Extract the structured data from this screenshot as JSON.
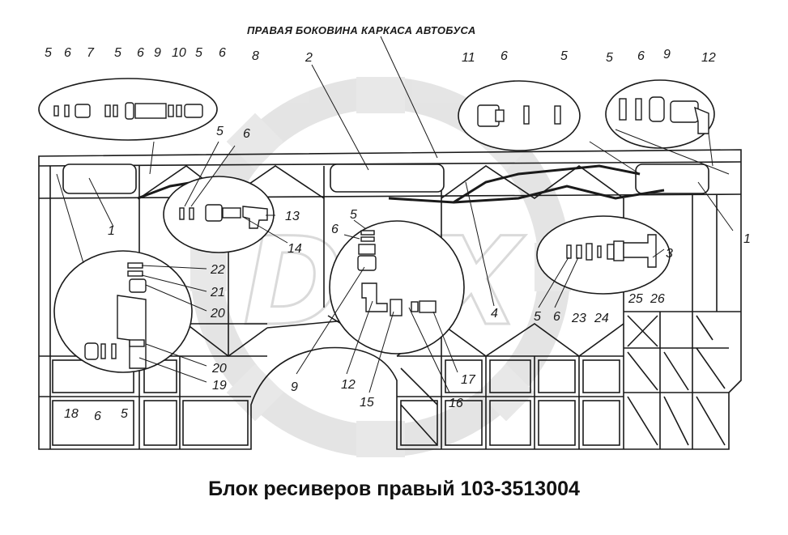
{
  "header_label": "ПРАВАЯ БОКОВИНА КАРКАСА АВТОБУСА",
  "caption": "Блок ресиверов правый 103-3513004",
  "watermark": "DEX",
  "colors": {
    "line": "#1a1a1a",
    "watermark": "#d6d6d6",
    "background": "#ffffff"
  },
  "callouts": {
    "c01": "5",
    "c02": "6",
    "c03": "7",
    "c04": "5",
    "c05": "6",
    "c06": "9",
    "c07": "10",
    "c08": "5",
    "c09": "6",
    "c10": "8",
    "c11": "2",
    "c12": "11",
    "c13": "6",
    "c14": "5",
    "c15": "5",
    "c16": "6",
    "c17": "9",
    "c18": "12",
    "c19": "1",
    "c20": "1",
    "c21": "5",
    "c22": "6",
    "c23": "13",
    "c24": "14",
    "c25": "5",
    "c26": "6",
    "c27": "22",
    "c28": "21",
    "c29": "20",
    "c30": "20",
    "c31": "19",
    "c32": "18",
    "c33": "6",
    "c34": "5",
    "c35": "4",
    "c36": "9",
    "c37": "12",
    "c38": "15",
    "c39": "16",
    "c40": "17",
    "c41": "3",
    "c42": "5",
    "c43": "6",
    "c44": "23",
    "c45": "24",
    "c46": "25",
    "c47": "26"
  }
}
